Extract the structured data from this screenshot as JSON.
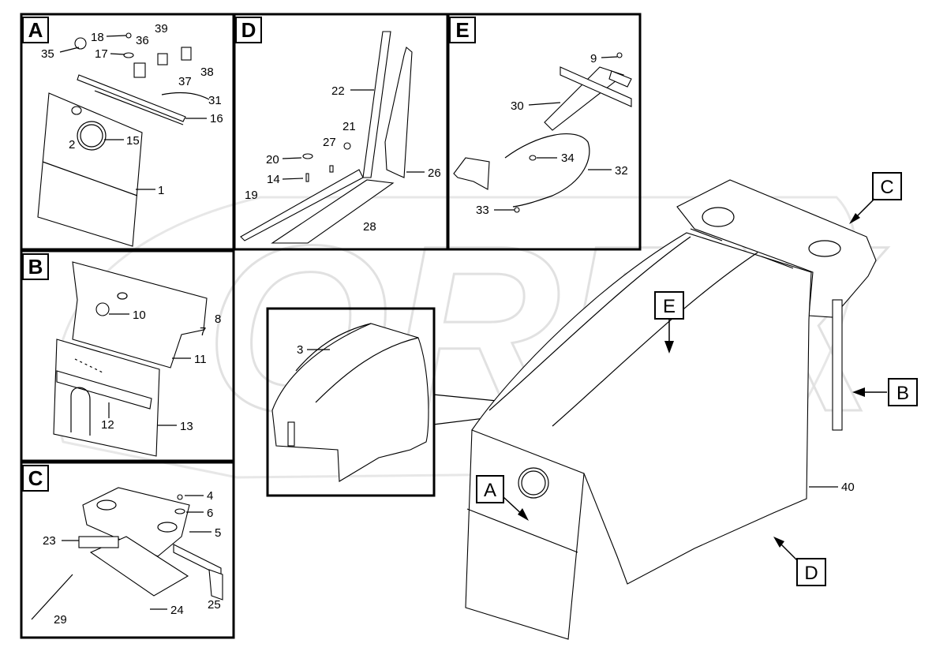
{
  "watermark": "OREX",
  "corner_mark": "",
  "panels": {
    "A": {
      "label": "A",
      "parts": [
        "35",
        "18",
        "17",
        "36",
        "39",
        "37",
        "38",
        "31",
        "16",
        "2",
        "15",
        "1"
      ]
    },
    "B": {
      "label": "B",
      "parts": [
        "10",
        "7",
        "8",
        "11",
        "12",
        "13"
      ]
    },
    "C": {
      "label": "C",
      "parts": [
        "4",
        "6",
        "5",
        "23",
        "29",
        "24",
        "25"
      ]
    },
    "D": {
      "label": "D",
      "parts": [
        "22",
        "21",
        "27",
        "20",
        "14",
        "19",
        "28",
        "26"
      ]
    },
    "E": {
      "label": "E",
      "parts": [
        "9",
        "30",
        "34",
        "32",
        "33"
      ]
    }
  },
  "detail": {
    "part": "3"
  },
  "main": {
    "callouts": [
      "C",
      "B",
      "E",
      "A",
      "D"
    ],
    "part": "40"
  }
}
